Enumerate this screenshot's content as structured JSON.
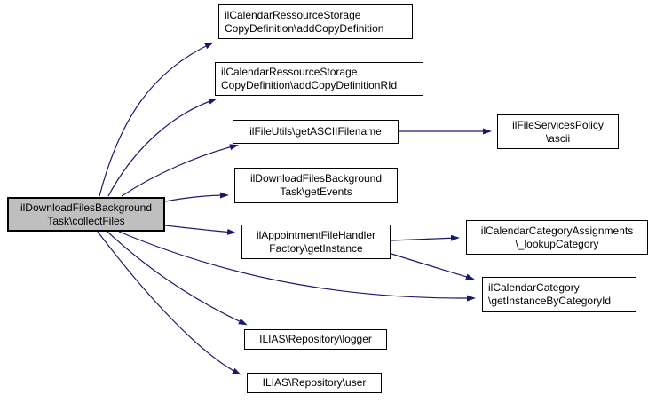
{
  "diagram": {
    "type": "call-graph",
    "colors": {
      "edge-color": "#191970",
      "node-border": "#000000",
      "node-fill": "#ffffff",
      "root-fill": "#bfbfbf",
      "text-color": "#000000",
      "bg-color": "#ffffff"
    },
    "nodes": [
      {
        "id": "collectFiles",
        "role": "root",
        "line1": "ilDownloadFilesBackground",
        "line2": "Task\\collectFiles"
      },
      {
        "id": "addCopyDefinition",
        "role": "callee",
        "line1": "ilCalendarRessourceStorage",
        "line2": "CopyDefinition\\addCopyDefinition"
      },
      {
        "id": "addCopyDefinitionRId",
        "role": "callee",
        "line1": "ilCalendarRessourceStorage",
        "line2": "CopyDefinition\\addCopyDefinitionRId"
      },
      {
        "id": "getASCIIFilename",
        "role": "callee",
        "line1": "ilFileUtils\\getASCIIFilename",
        "line2": ""
      },
      {
        "id": "getEvents",
        "role": "callee",
        "line1": "ilDownloadFilesBackground",
        "line2": "Task\\getEvents"
      },
      {
        "id": "getInstance",
        "role": "callee",
        "line1": "ilAppointmentFileHandler",
        "line2": "Factory\\getInstance"
      },
      {
        "id": "logger",
        "role": "callee",
        "line1": "ILIAS\\Repository\\logger",
        "line2": ""
      },
      {
        "id": "user",
        "role": "callee",
        "line1": "ILIAS\\Repository\\user",
        "line2": ""
      },
      {
        "id": "ascii",
        "role": "callee",
        "line1": "ilFileServicesPolicy",
        "line2": "\\ascii"
      },
      {
        "id": "lookupCategory",
        "role": "callee",
        "line1": "ilCalendarCategoryAssignments",
        "line2": "\\_lookupCategory"
      },
      {
        "id": "getInstanceByCategoryId",
        "role": "callee",
        "line1": "ilCalendarCategory",
        "line2": "\\getInstanceByCategoryId"
      }
    ],
    "edges": [
      {
        "from": "collectFiles",
        "to": "addCopyDefinition"
      },
      {
        "from": "collectFiles",
        "to": "addCopyDefinitionRId"
      },
      {
        "from": "collectFiles",
        "to": "getASCIIFilename"
      },
      {
        "from": "collectFiles",
        "to": "getEvents"
      },
      {
        "from": "collectFiles",
        "to": "getInstance"
      },
      {
        "from": "collectFiles",
        "to": "getInstanceByCategoryId"
      },
      {
        "from": "collectFiles",
        "to": "logger"
      },
      {
        "from": "collectFiles",
        "to": "user"
      },
      {
        "from": "getASCIIFilename",
        "to": "ascii"
      },
      {
        "from": "getInstance",
        "to": "lookupCategory"
      },
      {
        "from": "getInstance",
        "to": "getInstanceByCategoryId"
      }
    ]
  }
}
